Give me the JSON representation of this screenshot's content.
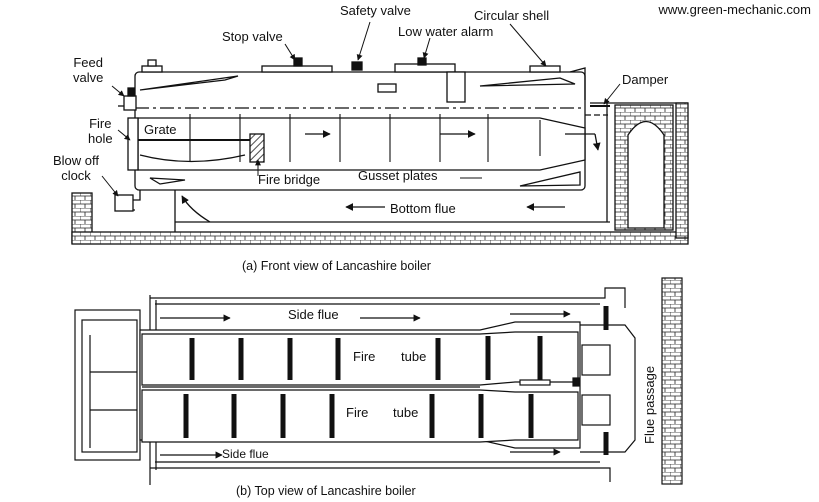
{
  "website": "www.green-mechanic.com",
  "front_view": {
    "caption": "(a) Front view of Lancashire boiler",
    "labels": {
      "feed_valve_line1": "Feed",
      "feed_valve_line2": "valve",
      "fire_hole_line1": "Fire",
      "fire_hole_line2": "hole",
      "blow_off_line1": "Blow off",
      "blow_off_line2": "clock",
      "grate": "Grate",
      "stop_valve": "Stop valve",
      "safety_valve": "Safety valve",
      "low_water_alarm": "Low water alarm",
      "circular_shell": "Circular shell",
      "damper": "Damper",
      "fire_bridge": "Fire bridge",
      "gusset_plates": "Gusset plates",
      "bottom_flue": "Bottom flue"
    }
  },
  "top_view": {
    "caption": "(b) Top view of Lancashire boiler",
    "labels": {
      "side_flue_top": "Side flue",
      "side_flue_bottom": "Side flue",
      "fire_tube_upper_a": "Fire",
      "fire_tube_upper_b": "tube",
      "fire_tube_lower_a": "Fire",
      "fire_tube_lower_b": "tube",
      "flue_passage": "Flue passage"
    }
  }
}
